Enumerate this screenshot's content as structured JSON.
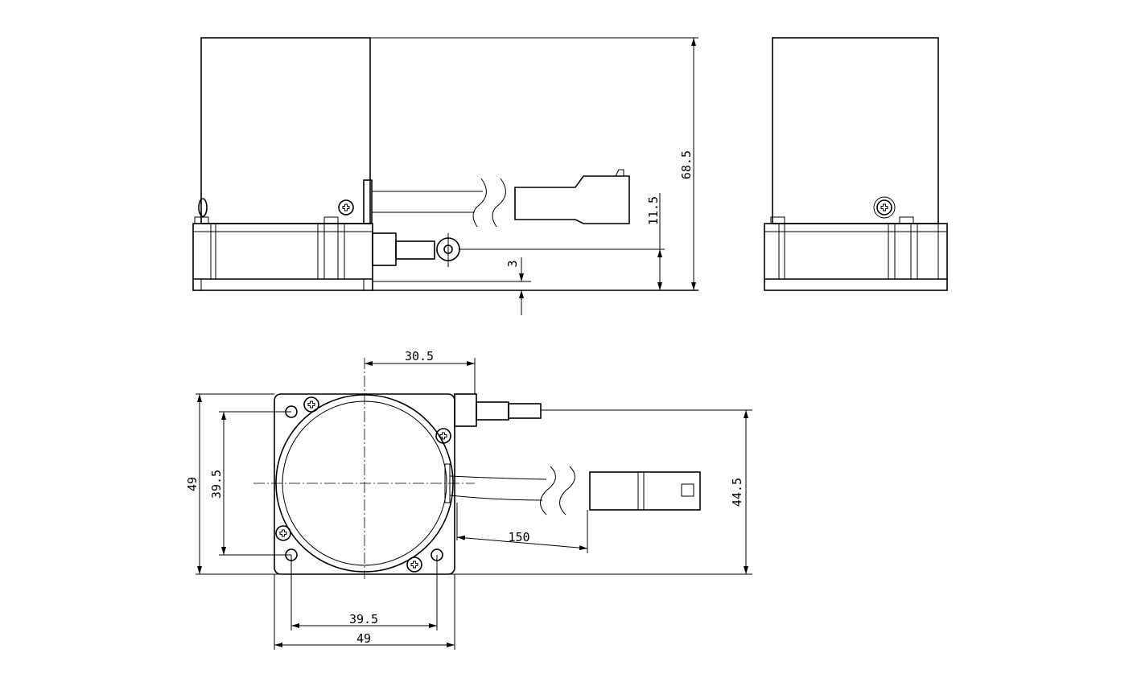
{
  "dimensions": {
    "overall_height": "68.5",
    "cable_height": "11.5",
    "base_offset": "3",
    "cable_exit_offset": "30.5",
    "body_height": "49",
    "hole_pitch_vertical": "39.5",
    "connector_offset": "44.5",
    "cable_length": "150",
    "hole_pitch_horizontal": "39.5",
    "body_width": "49"
  },
  "colors": {
    "line": "#000000",
    "background": "#ffffff"
  }
}
